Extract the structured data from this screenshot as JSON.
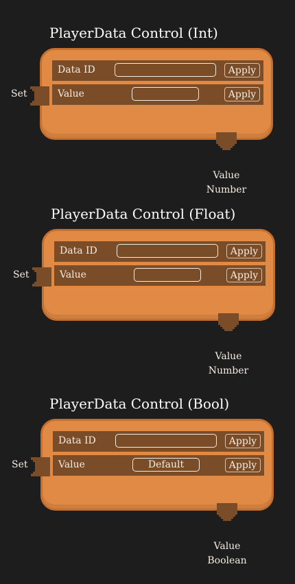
{
  "nodes": [
    {
      "title": "PlayerData Control (Int)",
      "rows": [
        {
          "label": "Data ID",
          "value": "",
          "apply_label": "Apply"
        },
        {
          "label": "Value",
          "value": "",
          "apply_label": "Apply"
        }
      ],
      "input_port": {
        "label": "Set"
      },
      "output_port": {
        "label": "Value",
        "type": "Number"
      }
    },
    {
      "title": "PlayerData Control (Float)",
      "rows": [
        {
          "label": "Data ID",
          "value": "",
          "apply_label": "Apply"
        },
        {
          "label": "Value",
          "value": "",
          "apply_label": "Apply"
        }
      ],
      "input_port": {
        "label": "Set"
      },
      "output_port": {
        "label": "Value",
        "type": "Number"
      }
    },
    {
      "title": "PlayerData Control (Bool)",
      "rows": [
        {
          "label": "Data ID",
          "value": "",
          "apply_label": "Apply"
        },
        {
          "label": "Value",
          "value": "Default",
          "apply_label": "Apply"
        }
      ],
      "input_port": {
        "label": "Set"
      },
      "output_port": {
        "label": "Value",
        "type": "Boolean"
      }
    }
  ],
  "colors": {
    "background": "#1d1d1d",
    "node_fill": "#e08a45",
    "node_border": "#c46f2e",
    "row_fill": "#7b4c28",
    "port_fill": "#7b4c28",
    "text": "#f4ede2"
  }
}
